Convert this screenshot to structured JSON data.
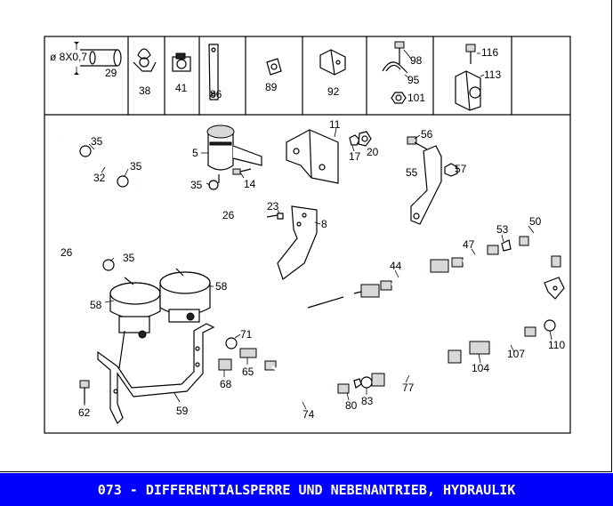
{
  "caption": "073 - DIFFERENTIALSPERRE UND NEBENANTRIEB, HYDRAULIK",
  "legend": {
    "hose_spec": "ø 8X0,7",
    "cells": [
      "29",
      "38",
      "41",
      "86",
      "89",
      "92",
      "98",
      "95",
      "101",
      "116",
      "113"
    ]
  },
  "callouts": {
    "p35a": "35",
    "p32": "32",
    "p35b": "35",
    "p5": "5",
    "p35c": "35",
    "p14": "14",
    "p11": "11",
    "p17": "17",
    "p20": "20",
    "p56": "56",
    "p55": "55",
    "p57": "57",
    "p26a": "26",
    "p23": "23",
    "p8": "8",
    "p26b": "26",
    "p35d": "35",
    "p50": "50",
    "p53": "53",
    "p47": "47",
    "p44": "44",
    "p58a": "58",
    "p58b": "58",
    "p71": "71",
    "p65": "65",
    "p68": "68",
    "p110": "110",
    "p107": "107",
    "p104": "104",
    "p77": "77",
    "p83": "83",
    "p80": "80",
    "p74": "74",
    "p59": "59",
    "p62": "62"
  }
}
